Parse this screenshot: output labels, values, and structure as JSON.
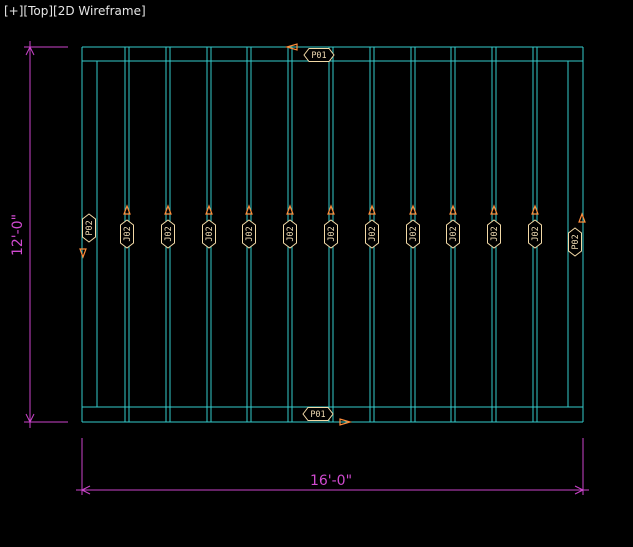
{
  "viewport": {
    "label": "[+][Top][2D Wireframe]"
  },
  "colors": {
    "background": "#000000",
    "framing": "#33cccc",
    "dimension": "#cc44cc",
    "arrow": "#ff8c3a",
    "tag_outline": "#f2d9a6",
    "label_text": "#e6e6e6"
  },
  "drawing": {
    "plate_tags": {
      "top": "P01",
      "bottom": "P01",
      "left": "P02",
      "right": "P02"
    },
    "joist_tag": "J02",
    "joist_count": 11
  },
  "dimensions": {
    "width_label": "16'-0\"",
    "height_label": "12'-0\""
  }
}
